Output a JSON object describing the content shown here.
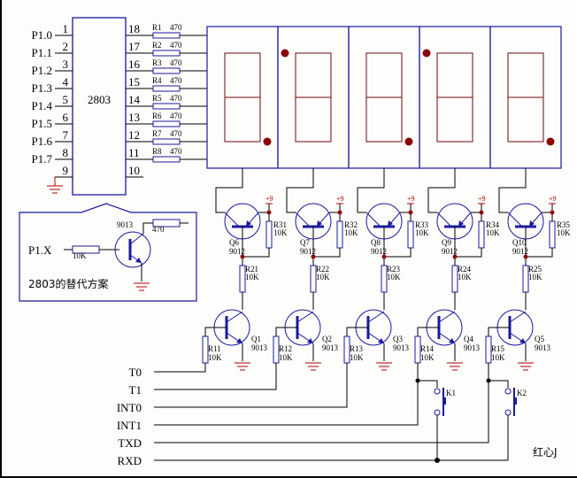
{
  "chip": {
    "name": "2803",
    "left_pins": [
      {
        "num": "1",
        "label": "P1.0"
      },
      {
        "num": "2",
        "label": "P1.1"
      },
      {
        "num": "3",
        "label": "P1.2"
      },
      {
        "num": "4",
        "label": "P1.3"
      },
      {
        "num": "5",
        "label": "P1.4"
      },
      {
        "num": "6",
        "label": "P1.5"
      },
      {
        "num": "7",
        "label": "P1.6"
      },
      {
        "num": "8",
        "label": "P1.7"
      },
      {
        "num": "9",
        "label": ""
      }
    ],
    "right_pins": [
      "18",
      "17",
      "16",
      "15",
      "14",
      "13",
      "12",
      "11",
      "10"
    ]
  },
  "segment_resistors": [
    {
      "name": "R1",
      "value": "470"
    },
    {
      "name": "R2",
      "value": "470"
    },
    {
      "name": "R3",
      "value": "470"
    },
    {
      "name": "R4",
      "value": "470"
    },
    {
      "name": "R5",
      "value": "470"
    },
    {
      "name": "R6",
      "value": "470"
    },
    {
      "name": "R7",
      "value": "470"
    },
    {
      "name": "R8",
      "value": "470"
    }
  ],
  "displays": {
    "count": 5,
    "dots": [
      "bottom-right",
      "top-left",
      "bottom-right",
      "top-left",
      "bottom-right"
    ]
  },
  "inset": {
    "input_label": "P1.X",
    "base_resistor": "10K",
    "transistor": "9013",
    "collector_resistor": "470",
    "caption": "2803的替代方案"
  },
  "pnp_stage": [
    {
      "q": "Q6",
      "type": "9012",
      "rpull": "R31",
      "rpull_val": "10K",
      "rbase": "R21",
      "rbase_val": "10K",
      "supply": "+9"
    },
    {
      "q": "Q7",
      "type": "9012",
      "rpull": "R32",
      "rpull_val": "10K",
      "rbase": "R22",
      "rbase_val": "10K",
      "supply": "+9"
    },
    {
      "q": "Q8",
      "type": "9012",
      "rpull": "R33",
      "rpull_val": "10K",
      "rbase": "R23",
      "rbase_val": "10K",
      "supply": "+9"
    },
    {
      "q": "Q9",
      "type": "9012",
      "rpull": "R34",
      "rpull_val": "10K",
      "rbase": "R24",
      "rbase_val": "10K",
      "supply": "+9"
    },
    {
      "q": "Q10",
      "type": "9012",
      "rpull": "R35",
      "rpull_val": "10K",
      "rbase": "R25",
      "rbase_val": "10K",
      "supply": "+9"
    }
  ],
  "npn_stage": [
    {
      "q": "Q1",
      "type": "9013",
      "r": "R11",
      "r_val": "10K"
    },
    {
      "q": "Q2",
      "type": "9013",
      "r": "R12",
      "r_val": "10K"
    },
    {
      "q": "Q3",
      "type": "9013",
      "r": "R13",
      "r_val": "10K"
    },
    {
      "q": "Q4",
      "type": "9013",
      "r": "R14",
      "r_val": "10K"
    },
    {
      "q": "Q5",
      "type": "9013",
      "r": "R15",
      "r_val": "10K"
    }
  ],
  "signals": [
    "T0",
    "T1",
    "INT0",
    "INT1",
    "TXD",
    "RXD"
  ],
  "keys": [
    "K1",
    "K2"
  ],
  "signature": "红心J",
  "colors": {
    "wire": "#000000",
    "component": "#1a1aa0",
    "segment": "#6a0a0a",
    "dot": "#8b0000",
    "ground": "#b00000",
    "junction_red": "#8b0a0a",
    "junction_black": "#000000"
  }
}
